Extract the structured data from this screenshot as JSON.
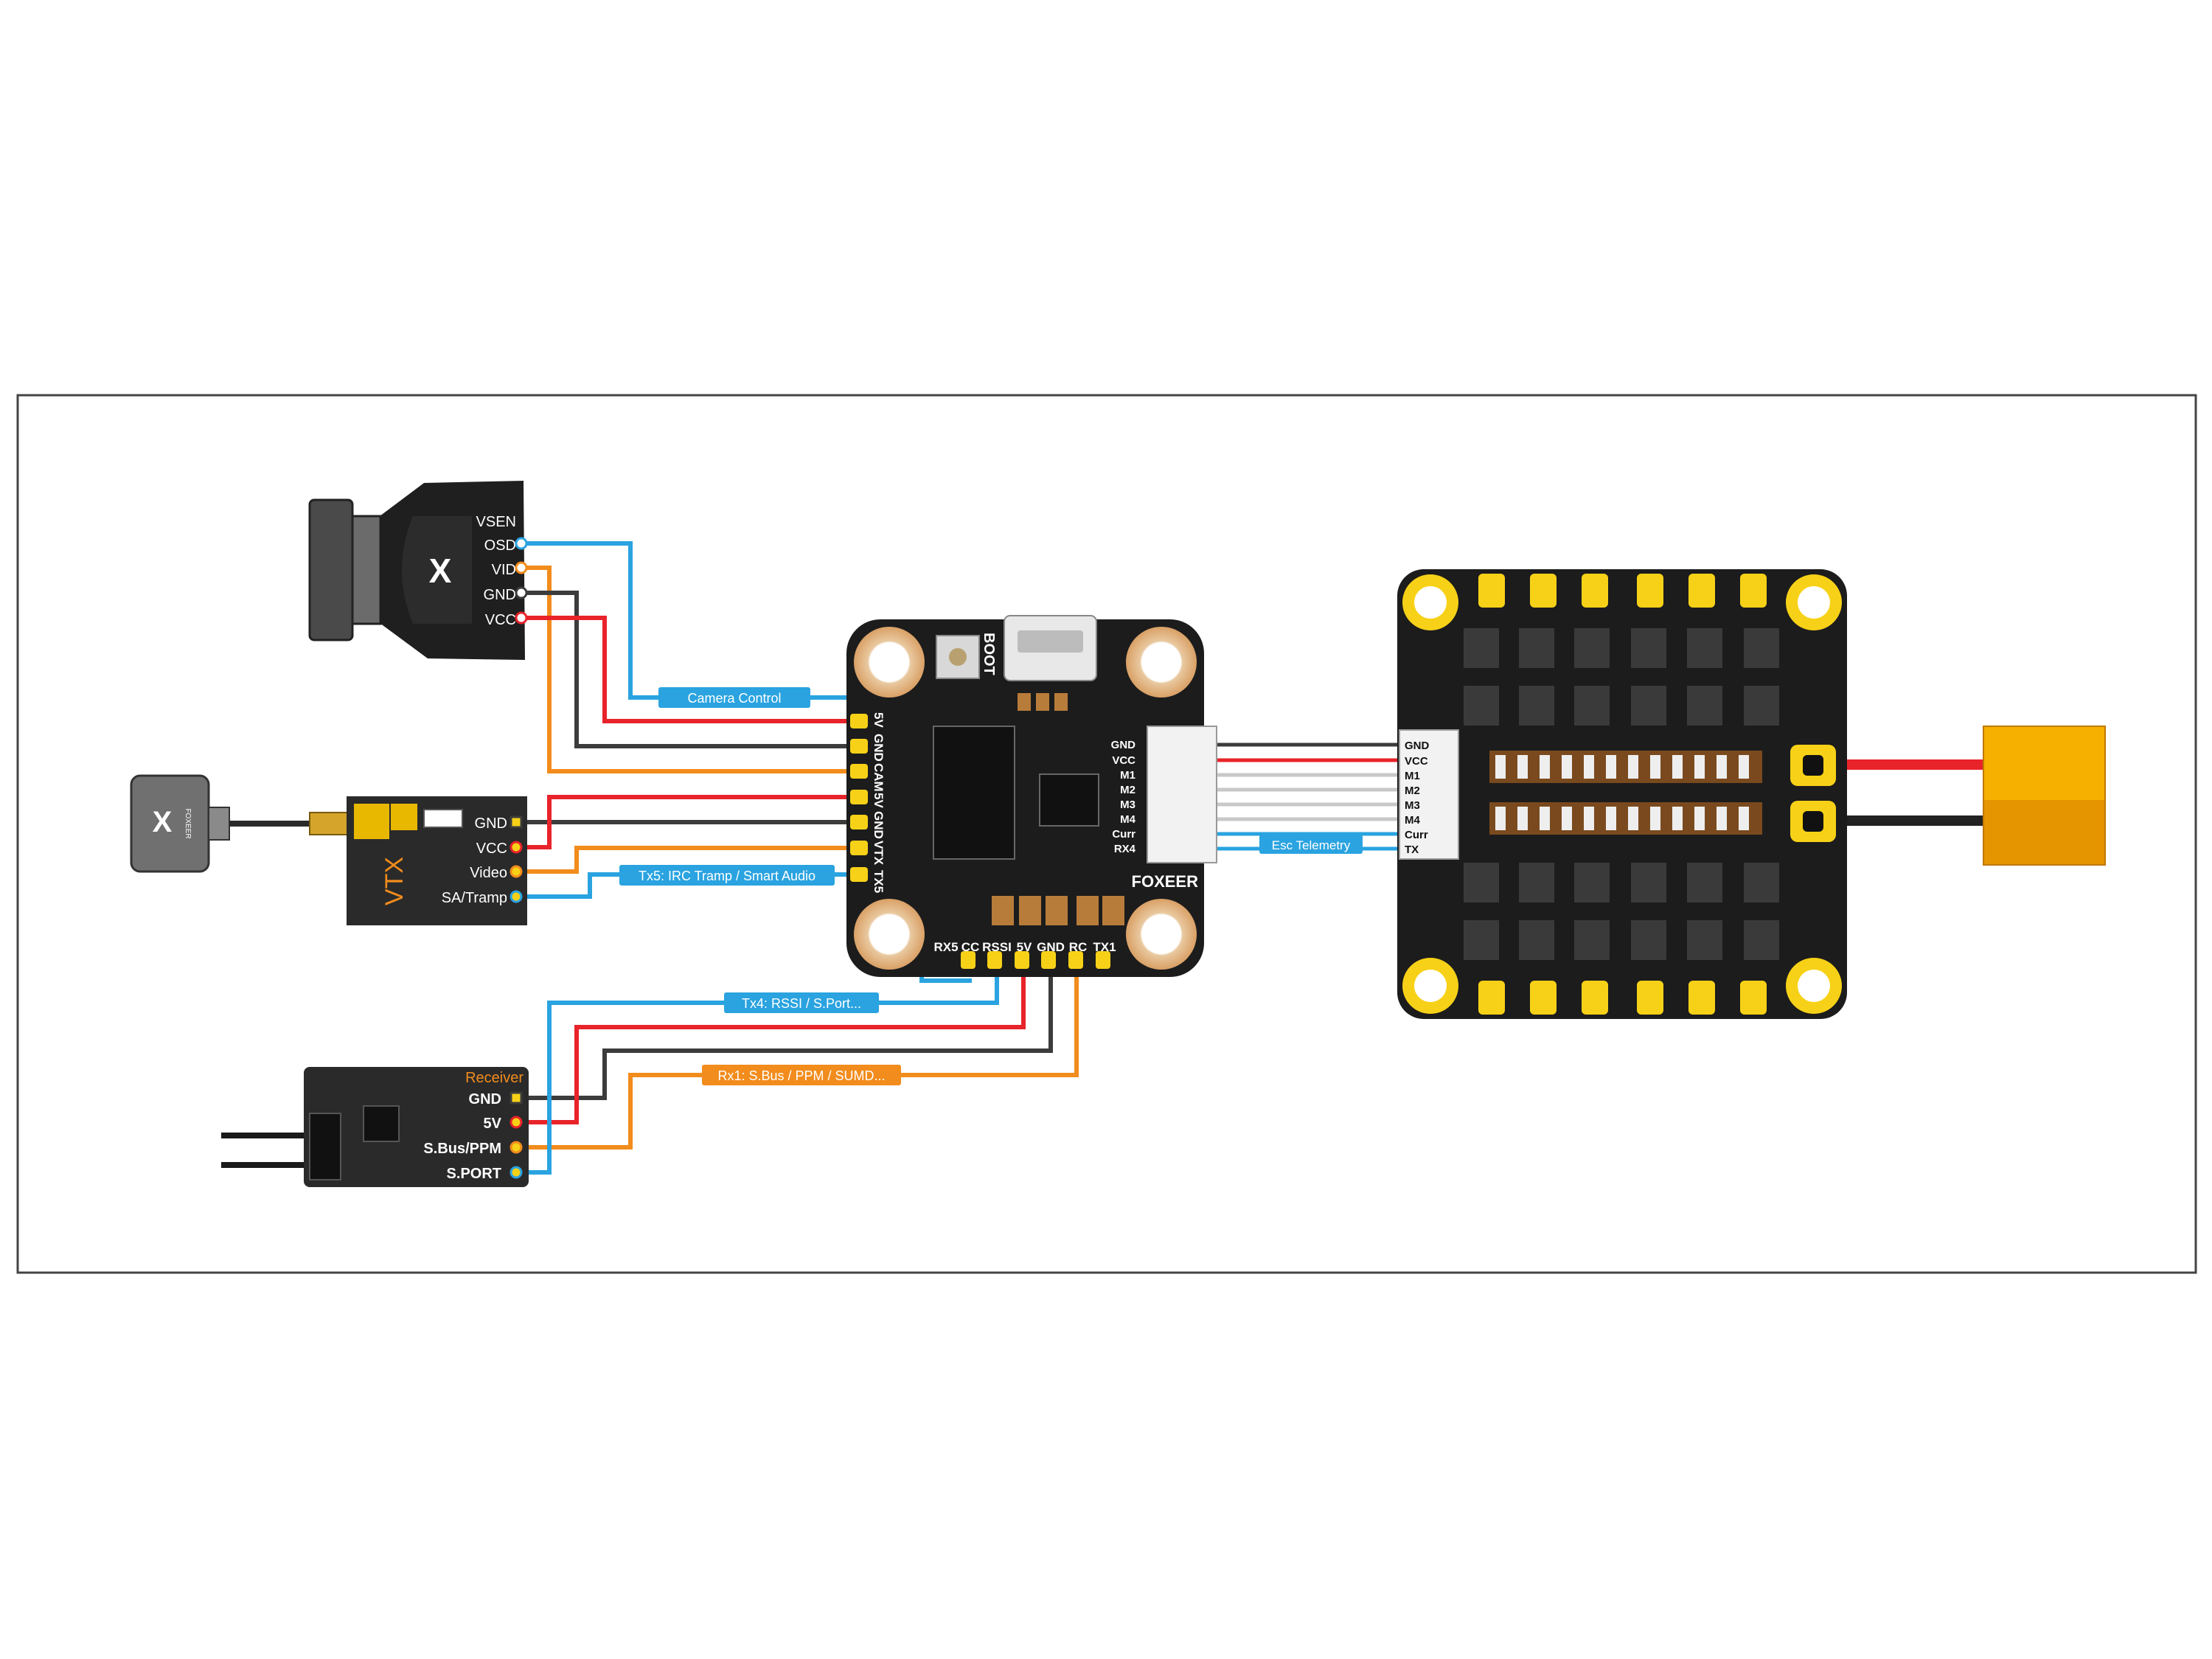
{
  "camera": {
    "pins": [
      "VSEN",
      "OSD",
      "VID",
      "GND",
      "VCC"
    ],
    "logo": "X"
  },
  "vtx": {
    "label": "VTX",
    "pins": [
      "GND",
      "VCC",
      "Video",
      "SA/Tramp"
    ],
    "antenna_text": "FOXEER"
  },
  "receiver": {
    "title": "Receiver",
    "pins": [
      "GND",
      "5V",
      "S.Bus/PPM",
      "S.PORT"
    ]
  },
  "fc": {
    "boot_label": "BOOT",
    "brand": "FOXEER",
    "left_pads": [
      "5V",
      "GND",
      "CAM",
      "5V",
      "GND",
      "VTX",
      "TX5"
    ],
    "bottom_pads": [
      "RX5",
      "CC",
      "RSSI",
      "5V",
      "GND",
      "RC",
      "TX1"
    ],
    "connector_pins": [
      "GND",
      "VCC",
      "M1",
      "M2",
      "M3",
      "M4",
      "Curr",
      "RX4"
    ]
  },
  "esc": {
    "connector_pins": [
      "GND",
      "VCC",
      "M1",
      "M2",
      "M3",
      "M4",
      "Curr",
      "TX"
    ]
  },
  "wire_labels": {
    "camera_control": "Camera Control",
    "tx5": "Tx5: IRC Tramp / Smart Audio",
    "tx4": "Tx4: RSSI / S.Port...",
    "rx1": "Rx1: S.Bus / PPM / SUMD...",
    "esc_telemetry": "Esc Telemetry"
  },
  "colors": {
    "red": "#e8232a",
    "black": "#3c3c3c",
    "orange": "#f28c1c",
    "blue": "#2aa3e0",
    "gold": "#f7d117",
    "board": "#1c1c1c",
    "xt60": "#f5b000"
  }
}
